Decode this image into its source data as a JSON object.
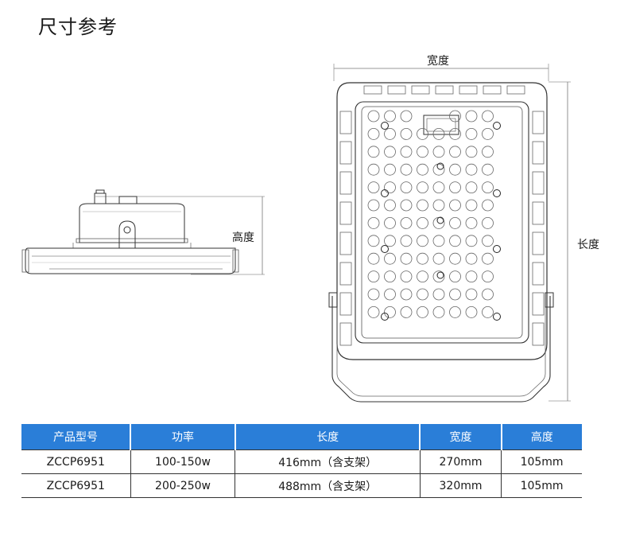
{
  "page": {
    "title": "尺寸参考",
    "labels": {
      "width": "宽度",
      "length": "长度",
      "height": "高度"
    }
  },
  "table": {
    "header_color": "#2a7ed8",
    "columns": [
      "产品型号",
      "功率",
      "长度",
      "宽度",
      "高度"
    ],
    "rows": [
      [
        "ZCCP6951",
        "100-150w",
        "416mm（含支架）",
        "270mm",
        "105mm"
      ],
      [
        "ZCCP6951",
        "200-250w",
        "488mm（含支架）",
        "320mm",
        "105mm"
      ]
    ]
  }
}
